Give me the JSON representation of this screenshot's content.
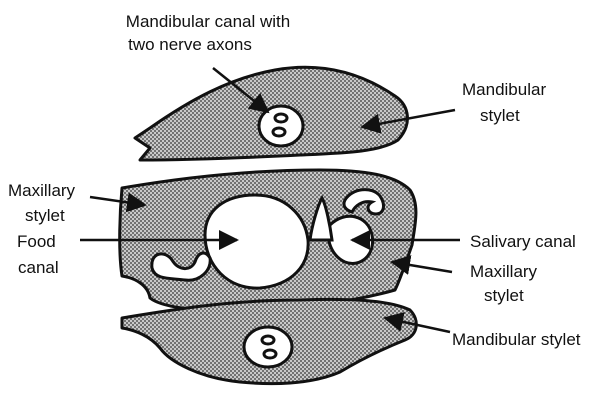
{
  "labels": {
    "mandibular_canal_line1": "Mandibular canal with",
    "mandibular_canal_line2": "two nerve axons",
    "mandibular_stylet_top_line1": "Mandibular",
    "mandibular_stylet_top_line2": "stylet",
    "maxillary_stylet_left_line1": "Maxillary",
    "maxillary_stylet_left_line2": "stylet",
    "food_canal_line1": "Food",
    "food_canal_line2": "canal",
    "salivary_canal": "Salivary canal",
    "maxillary_stylet_right_line1": "Maxillary",
    "maxillary_stylet_right_line2": "stylet",
    "mandibular_stylet_bottom": "Mandibular stylet"
  },
  "colors": {
    "ink": "#111111",
    "stipple_fill": "#b8b8b8",
    "background": "#ffffff"
  }
}
